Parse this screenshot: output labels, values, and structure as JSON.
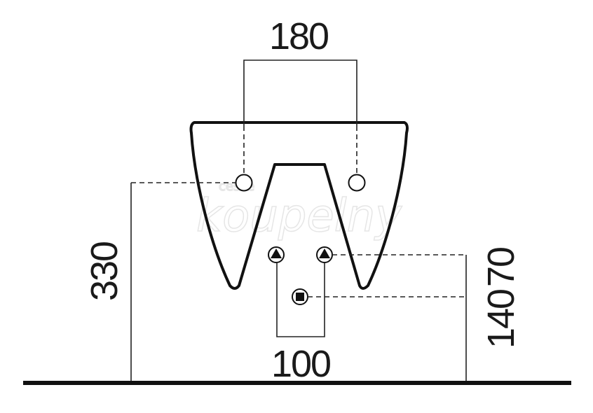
{
  "dimensions": {
    "top_width": "180",
    "bottom_width": "100",
    "height_left": "330",
    "height_right_lower": "140",
    "height_right_upper": "70"
  },
  "watermark": {
    "small": "ceske",
    "large": "koupelny"
  },
  "colors": {
    "line": "#222222",
    "floor": "#111111",
    "watermark": "#e6e6e6",
    "background": "#ffffff"
  }
}
